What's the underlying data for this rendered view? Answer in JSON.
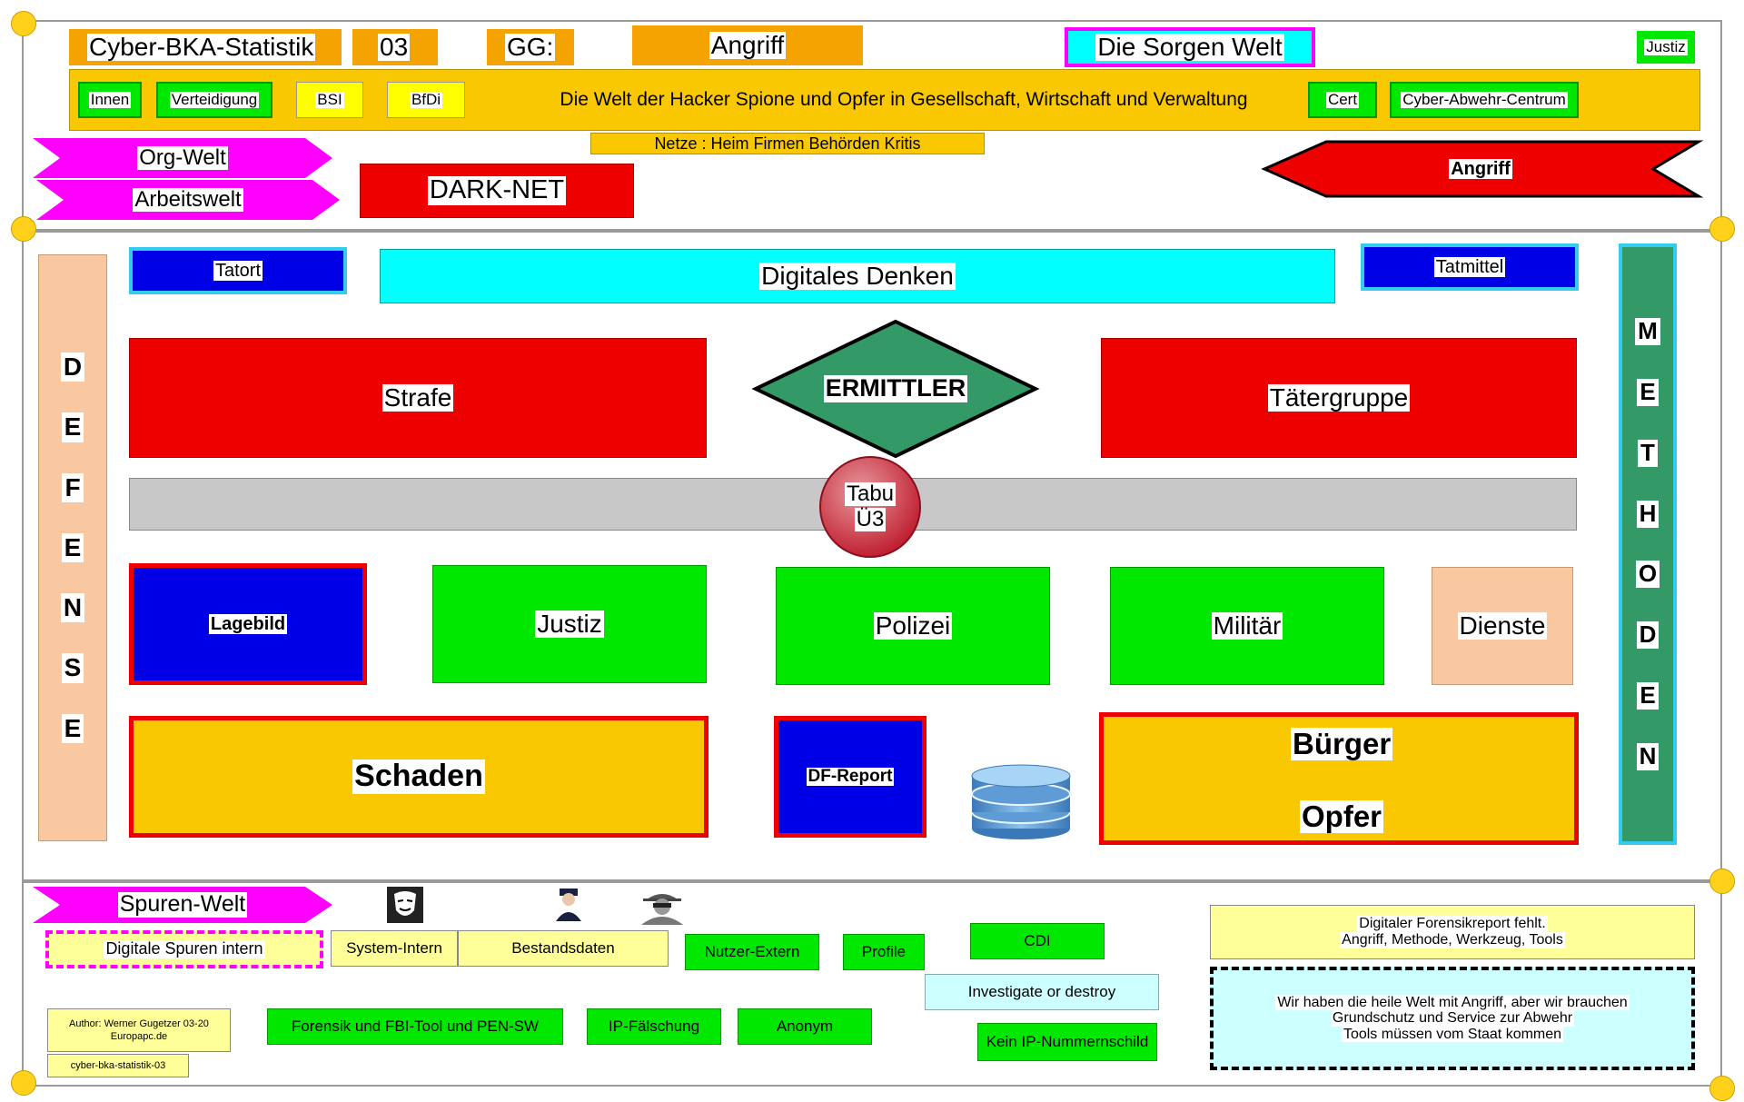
{
  "header": {
    "title": "Cyber-BKA-Statistik",
    "number": "03",
    "gg": "GG:",
    "angriff": "Angriff",
    "sorgen": "Die Sorgen Welt",
    "justiz": "Justiz",
    "left_tags": [
      "Innen",
      "Verteidigung",
      "BSI",
      "BfDi"
    ],
    "banner": "Die Welt der Hacker Spione und Opfer in Gesellschaft, Wirtschaft und Verwaltung",
    "right_tags": [
      "Cert",
      "Cyber-Abwehr-Centrum"
    ],
    "netze": "Netze : Heim Firmen Behörden Kritis",
    "org_welt": "Org-Welt",
    "arbeitswelt": "Arbeitswelt",
    "dark_net": "DARK-NET",
    "angriff_arrow": "Angriff"
  },
  "main": {
    "defense_letters": [
      "D",
      "E",
      "F",
      "E",
      "N",
      "S",
      "E"
    ],
    "methoden_letters": [
      "M",
      "E",
      "T",
      "H",
      "O",
      "D",
      "E",
      "N"
    ],
    "tatort": "Tatort",
    "digitales_denken": "Digitales Denken",
    "tatmittel": "Tatmittel",
    "strafe": "Strafe",
    "ermittler": "ERMITTLER",
    "taetergruppe": "Tätergruppe",
    "tabu_line1": "Tabu",
    "tabu_line2": "Ü3",
    "lagebild": "Lagebild",
    "justiz": "Justiz",
    "polizei": "Polizei",
    "militaer": "Militär",
    "dienste": "Dienste",
    "schaden": "Schaden",
    "df_report": "DF-Report",
    "buerger": "Bürger",
    "opfer": "Opfer"
  },
  "footer": {
    "spuren_welt": "Spuren-Welt",
    "digitale_spuren": "Digitale Spuren intern",
    "system_intern": "System-Intern",
    "bestandsdaten": "Bestandsdaten",
    "nutzer_extern": "Nutzer-Extern",
    "profile": "Profile",
    "cdi": "CDI",
    "investigate": "Investigate or destroy",
    "kein_ip": "Kein IP-Nummernschild",
    "forensik": "Forensik und FBI-Tool und PEN-SW",
    "ip_faelschung": "IP-Fälschung",
    "anonym": "Anonym",
    "author_line1": "Author: Werner Gugetzer  03-20",
    "author_line2": "Europapc.de",
    "file_name": "cyber-bka-statistik-03",
    "report_line1": "Digitaler Forensikreport fehlt.",
    "report_line2": "Angriff, Methode, Werkzeug, Tools",
    "note_line1": "Wir haben die heile Welt mit Angriff, aber wir brauchen",
    "note_line2": "Grundschutz und Service zur Abwehr",
    "note_line3": "Tools müssen vom Staat kommen"
  },
  "colors": {
    "orange": "#f5a300",
    "gold": "#f9c800",
    "green": "#00e800",
    "red": "#ef0000",
    "blue": "#0000e6",
    "cyan": "#00ffff",
    "magenta": "#ff00ff",
    "teal": "#339966",
    "peach": "#fac8a0",
    "grey": "#c8c8c8",
    "pale_yellow": "#ffff99",
    "pale_cyan": "#ccffff"
  },
  "icons": [
    "anonymous-mask-icon",
    "police-officer-icon",
    "spy-hacker-icon",
    "database-icon"
  ]
}
